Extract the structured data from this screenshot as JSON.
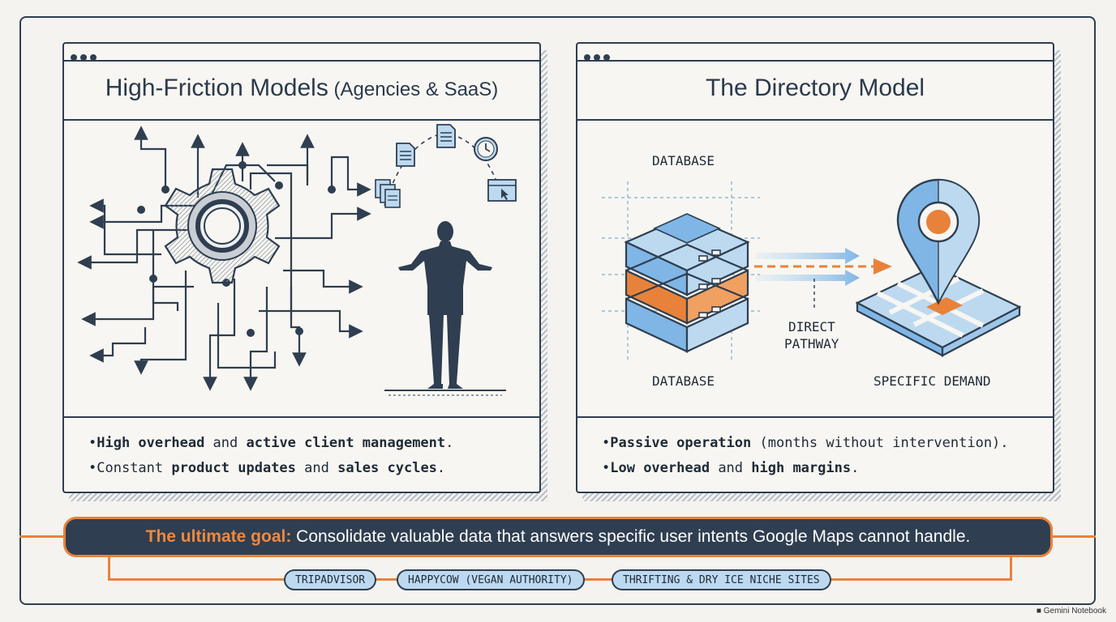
{
  "left_panel": {
    "title_main": "High-Friction Models",
    "title_sub": " (Agencies & SaaS)",
    "bullets": [
      {
        "b1": "High overhead",
        "t1": " and ",
        "b2": "active client management",
        "t2": "."
      },
      {
        "t0": "Constant ",
        "b1": "product updates",
        "t1": " and ",
        "b2": "sales cycles",
        "t2": "."
      }
    ]
  },
  "right_panel": {
    "title": "The Directory Model",
    "labels": {
      "database_top": "DATABASE",
      "database_bottom": "DATABASE",
      "direct_1": "DIRECT",
      "direct_2": "PATHWAY",
      "specific_demand": "SPECIFIC DEMAND"
    },
    "bullets": [
      {
        "b1": "Passive operation",
        "t1": " (months without intervention)."
      },
      {
        "b1": "Low overhead",
        "t1": " and ",
        "b2": "high margins",
        "t2": "."
      }
    ]
  },
  "goal": {
    "highlight": "The ultimate goal:",
    "text": " Consolidate valuable data that answers specific user intents Google Maps cannot handle."
  },
  "tags": [
    "TRIPADVISOR",
    "HAPPYCOW (VEGAN AUTHORITY)",
    "THRIFTING & DRY ICE NICHE SITES"
  ],
  "brand": "Gemini Notebook",
  "colors": {
    "navy": "#2f3e50",
    "orange": "#e8823a",
    "blue": "#bcd9f0"
  },
  "icons": [
    "gear-icon",
    "person-silhouette-icon",
    "document-icon",
    "clock-icon",
    "browser-window-icon",
    "server-stack-icon",
    "map-pin-icon"
  ]
}
